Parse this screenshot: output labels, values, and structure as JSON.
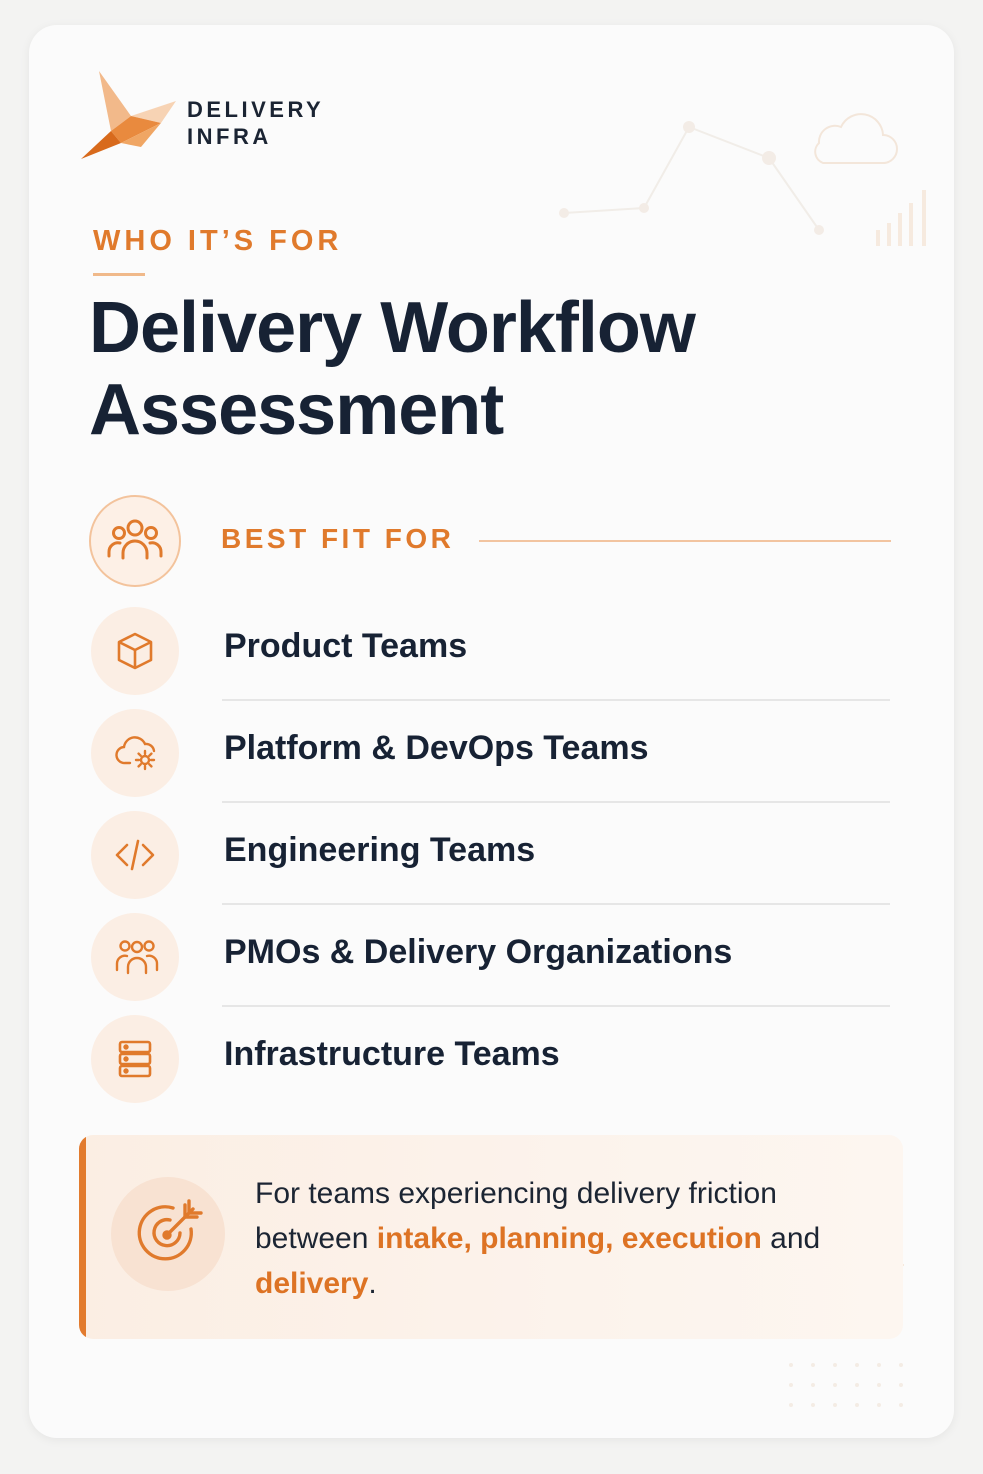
{
  "brand": {
    "line1": "DELIVERY",
    "line2": "INFRA",
    "accent_color": "#e07a2c",
    "ink_color": "#172234"
  },
  "header": {
    "eyebrow": "WHO IT’S FOR",
    "title_line1": "Delivery Workflow",
    "title_line2": "Assessment"
  },
  "best_fit": {
    "label": "BEST FIT FOR",
    "icon": "people-group-icon",
    "items": [
      {
        "label": "Product Teams",
        "icon": "cube-icon"
      },
      {
        "label": "Platform & DevOps Teams",
        "icon": "cloud-gear-icon"
      },
      {
        "label": "Engineering Teams",
        "icon": "code-icon"
      },
      {
        "label": "PMOs & Delivery Organizations",
        "icon": "team-icon"
      },
      {
        "label": "Infrastructure Teams",
        "icon": "server-icon"
      }
    ]
  },
  "callout": {
    "icon": "target-arrow-icon",
    "text_1": "For teams experiencing delivery friction between ",
    "highlight_1": "intake, planning, execution",
    "text_2": " and ",
    "highlight_2": "delivery",
    "text_3": "."
  }
}
